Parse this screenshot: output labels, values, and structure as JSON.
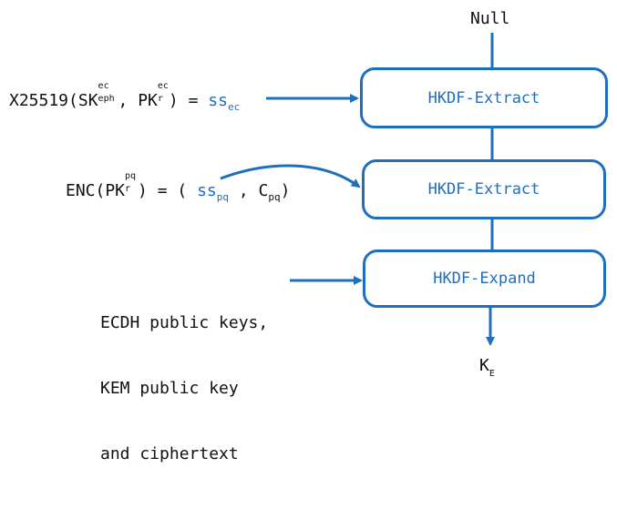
{
  "title": "HKDF key schedule",
  "colors": {
    "accent": "#1f6fbf",
    "text": "#111111"
  },
  "top_input": "Null",
  "output": {
    "base": "K",
    "sub": "E"
  },
  "boxes": [
    {
      "label": "HKDF-Extract"
    },
    {
      "label": "HKDF-Extract"
    },
    {
      "label": "HKDF-Expand"
    }
  ],
  "eq1": {
    "lhs_prefix": "X25519(SK",
    "sk_sup": "ec",
    "sk_sub": "eph",
    "mid": ", PK",
    "pk_sup": "ec",
    "pk_sub": "r",
    "rhs_prefix": ") = ",
    "ss": "ss",
    "ss_sub": "ec"
  },
  "eq2": {
    "lhs_prefix": "ENC(PK",
    "pk_sup": "pq",
    "pk_sub": "r",
    "rhs_prefix": ") = (",
    "ss": "ss",
    "ss_sub": "pq",
    "comma": ", C",
    "c_sub": "pq",
    "close": ")"
  },
  "expand_inputs": {
    "line1": "ECDH public keys,",
    "line2": "KEM public key",
    "line3": "and ciphertext"
  }
}
